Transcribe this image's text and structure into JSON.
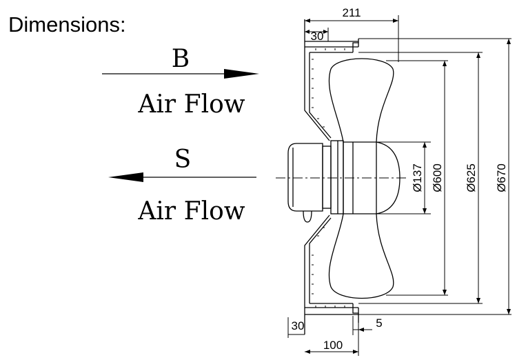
{
  "heading": "Dimensions:",
  "flows": [
    {
      "letter": "B",
      "text": "Air Flow"
    },
    {
      "letter": "S",
      "text": "Air Flow"
    }
  ],
  "dimensions": {
    "overall_depth": "211",
    "top_flange": "30",
    "bottom_flange": "30",
    "base_depth": "100",
    "offset": "5",
    "hub_dia": "Ø137",
    "blade_dia": "Ø600",
    "ring_dia": "Ø625",
    "outer_dia": "Ø670"
  }
}
